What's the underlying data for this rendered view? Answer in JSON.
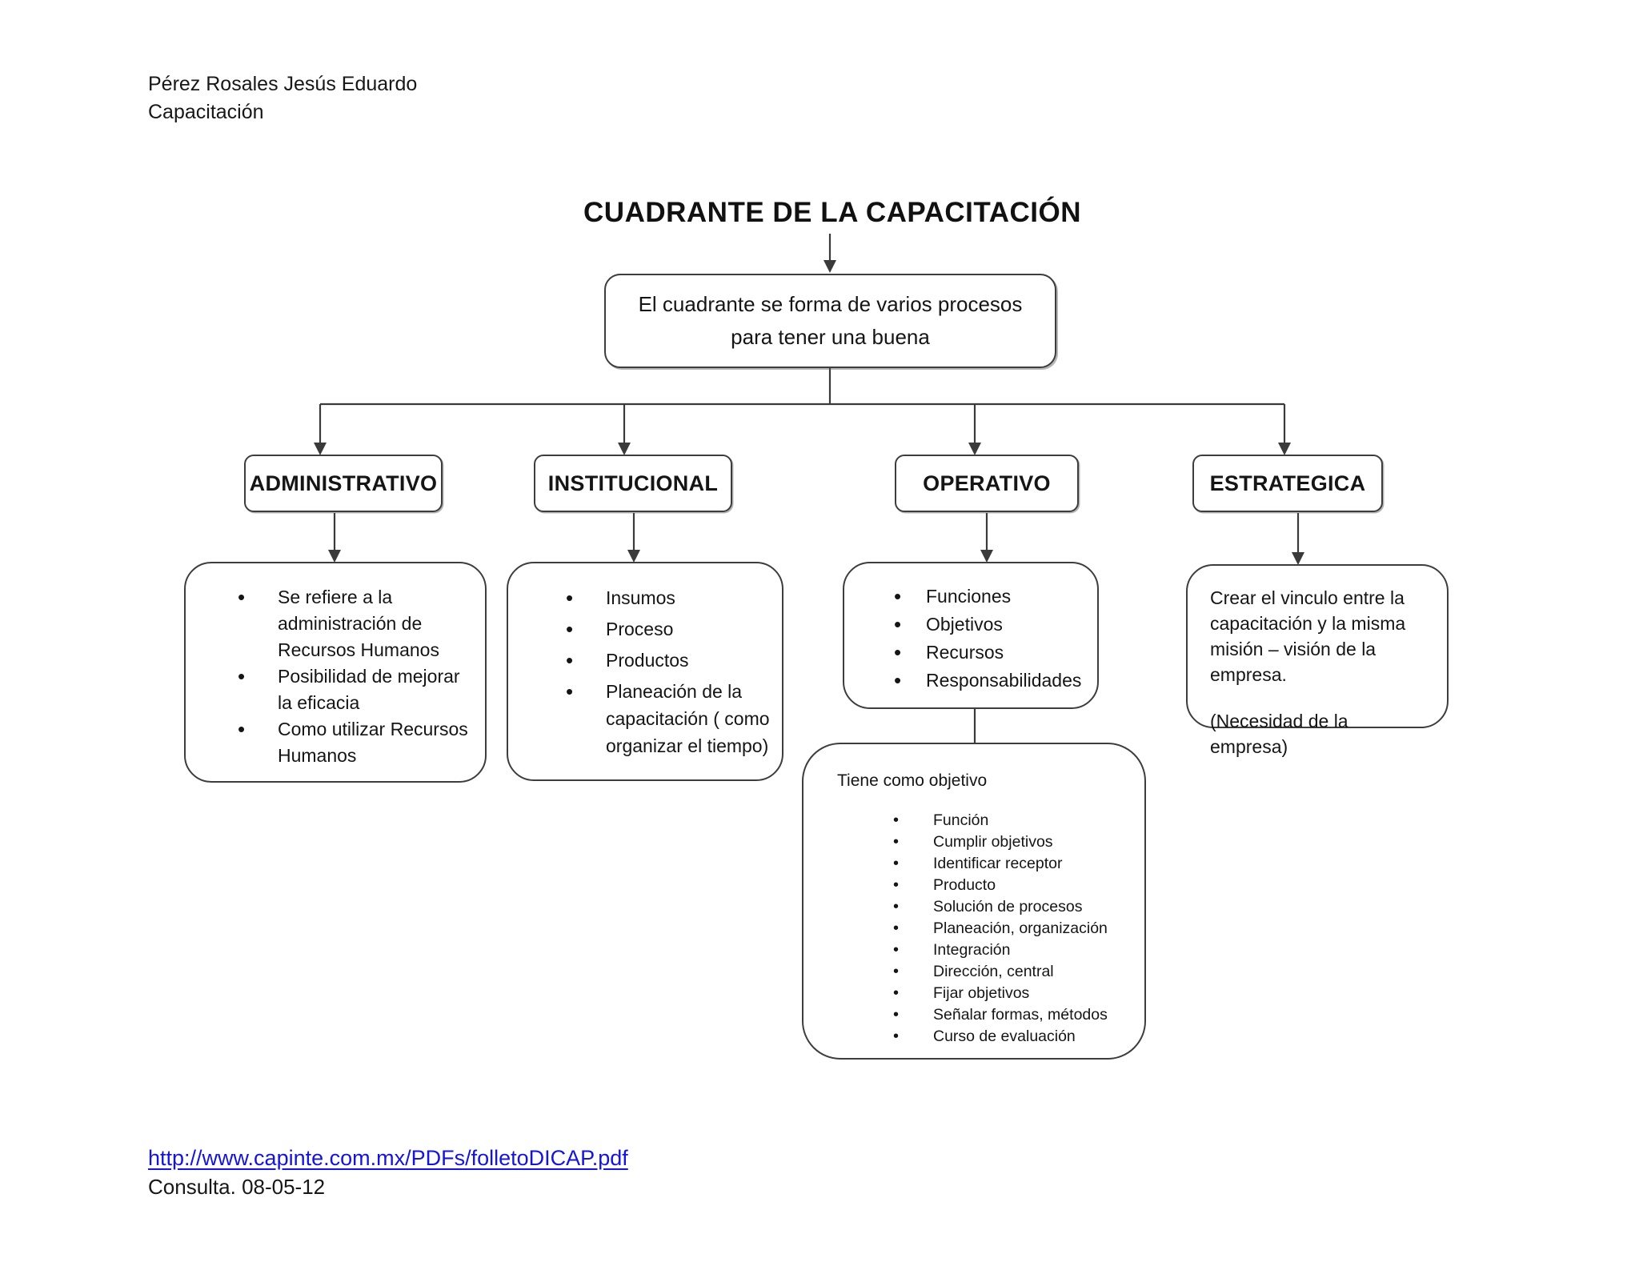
{
  "header": {
    "author": "Pérez Rosales Jesús Eduardo",
    "subtitle": "Capacitación"
  },
  "diagram": {
    "title": "CUADRANTE DE LA CAPACITACIÓN",
    "intro_box": "El cuadrante se forma de varios procesos para tener una buena",
    "branches": [
      {
        "label": "ADMINISTRATIVO",
        "bullets": [
          "Se refiere a la administración de Recursos Humanos",
          "Posibilidad de mejorar la eficacia",
          "Como utilizar Recursos Humanos"
        ]
      },
      {
        "label": "INSTITUCIONAL",
        "bullets": [
          "Insumos",
          "Proceso",
          "Productos",
          "Planeación de la capacitación ( como organizar el tiempo)"
        ]
      },
      {
        "label": "OPERATIVO",
        "bullets": [
          "Funciones",
          "Objetivos",
          "Recursos",
          "Responsabilidades"
        ]
      },
      {
        "label": "ESTRATEGICA",
        "lines": [
          "Crear el vinculo entre la capacitación y la misma misión – visión de la empresa.",
          "(Necesidad de la empresa)"
        ]
      }
    ],
    "objective_box": {
      "title": "Tiene como objetivo",
      "bullets": [
        "Función",
        "Cumplir objetivos",
        "Identificar receptor",
        "Producto",
        "Solución de procesos",
        "Planeación, organización",
        "Integración",
        "Dirección, central",
        "Fijar objetivos",
        "Señalar formas, métodos",
        "Curso de evaluación"
      ]
    }
  },
  "footer": {
    "link": "http://www.capinte.com.mx/PDFs/folletoDICAP.pdf",
    "consulted": "Consulta. 08-05-12"
  },
  "colors": {
    "line": "#3a3a3a",
    "text": "#151515",
    "link": "#1414dd",
    "background": "#ffffff"
  }
}
